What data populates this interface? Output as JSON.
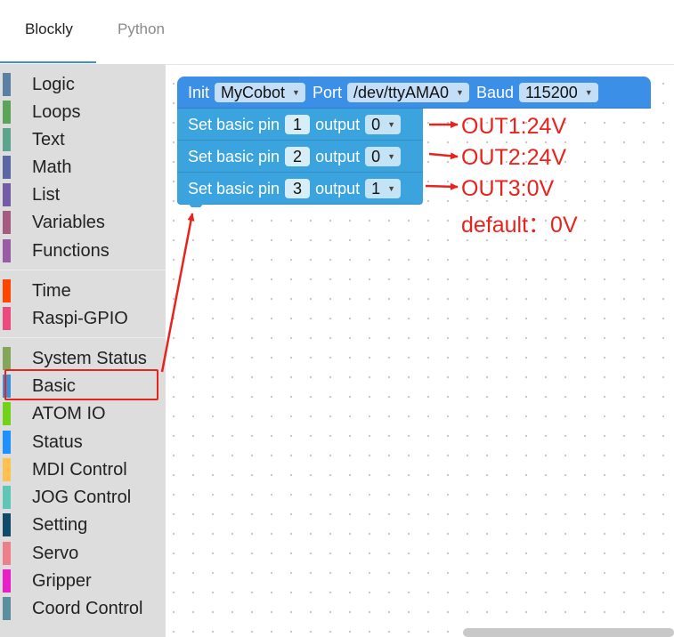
{
  "tabs": [
    {
      "label": "Blockly",
      "active": true
    },
    {
      "label": "Python",
      "active": false
    }
  ],
  "toolbox": {
    "groups": [
      [
        {
          "label": "Logic",
          "color": "#5b80a5"
        },
        {
          "label": "Loops",
          "color": "#5ba55b"
        },
        {
          "label": "Text",
          "color": "#5ba58c"
        },
        {
          "label": "Math",
          "color": "#5b67a5"
        },
        {
          "label": "List",
          "color": "#745ba5"
        },
        {
          "label": "Variables",
          "color": "#a55b80"
        },
        {
          "label": "Functions",
          "color": "#995ba5"
        }
      ],
      [
        {
          "label": "Time",
          "color": "#ff4500"
        },
        {
          "label": "Raspi-GPIO",
          "color": "#ec4a7e"
        }
      ],
      [
        {
          "label": "System Status",
          "color": "#85a55b"
        },
        {
          "label": "Basic",
          "color": "#3a8fd6"
        },
        {
          "label": "ATOM IO",
          "color": "#70d318"
        },
        {
          "label": "Status",
          "color": "#1e90ff"
        },
        {
          "label": "MDI Control",
          "color": "#ffc04d"
        },
        {
          "label": "JOG Control",
          "color": "#5fc6b7"
        },
        {
          "label": "Setting",
          "color": "#0f4c6b"
        },
        {
          "label": "Servo",
          "color": "#ed7f8a"
        },
        {
          "label": "Gripper",
          "color": "#e91ec8"
        },
        {
          "label": "Coord Control",
          "color": "#5a8fa0"
        }
      ]
    ]
  },
  "init_block": {
    "init_label": "Init",
    "robot": "MyCobot",
    "port_label": "Port",
    "port": "/dev/ttyAMA0",
    "baud_label": "Baud",
    "baud": "115200"
  },
  "set_pin_blocks": [
    {
      "label": "Set basic pin",
      "pin": "1",
      "output_label": "output",
      "value": "0"
    },
    {
      "label": "Set basic pin",
      "pin": "2",
      "output_label": "output",
      "value": "0"
    },
    {
      "label": "Set basic pin",
      "pin": "3",
      "output_label": "output",
      "value": "1"
    }
  ],
  "annotations": {
    "out1": "OUT1:24V",
    "out2": "OUT2:24V",
    "out3": "OUT3:0V",
    "default": "default：0V",
    "color": "#e8231d"
  }
}
